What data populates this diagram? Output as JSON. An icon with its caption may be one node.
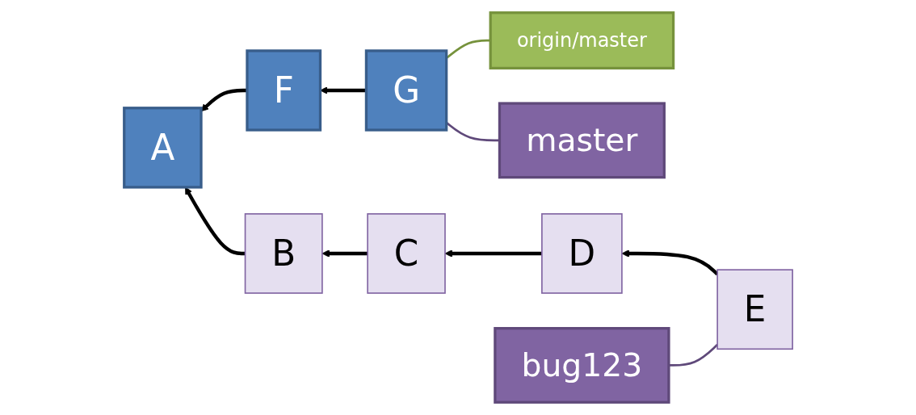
{
  "diagram": {
    "nodes": [
      {
        "text": [
          "origin/master"
        ]
      },
      {
        "text": [
          "master"
        ]
      },
      {
        "text": [
          "A"
        ]
      },
      {
        "text": [
          "F"
        ]
      },
      {
        "text": [
          "G"
        ]
      },
      {
        "text": [
          "B"
        ]
      },
      {
        "text": [
          "C"
        ]
      },
      {
        "text": [
          "D"
        ]
      },
      {
        "text": [
          "E"
        ]
      },
      {
        "text": [
          "bug123"
        ]
      }
    ],
    "edges": [
      {
        "from": 3,
        "to": 2,
        "arrow": "to"
      },
      {
        "from": 4,
        "to": 3,
        "arrow": "to"
      },
      {
        "from": 5,
        "to": 2,
        "arrow": "to"
      },
      {
        "from": 6,
        "to": 5,
        "arrow": "to"
      },
      {
        "from": 7,
        "to": 6,
        "arrow": "to"
      },
      {
        "from": 8,
        "to": 7,
        "arrow": "to"
      },
      {
        "from": 0,
        "to": 4,
        "arrow": "none",
        "color": "#76923c"
      },
      {
        "from": 1,
        "to": 4,
        "arrow": "none",
        "color": "#5f497a"
      },
      {
        "from": 8,
        "to": 9,
        "arrow": "none",
        "color": "#5f497a"
      }
    ]
  }
}
